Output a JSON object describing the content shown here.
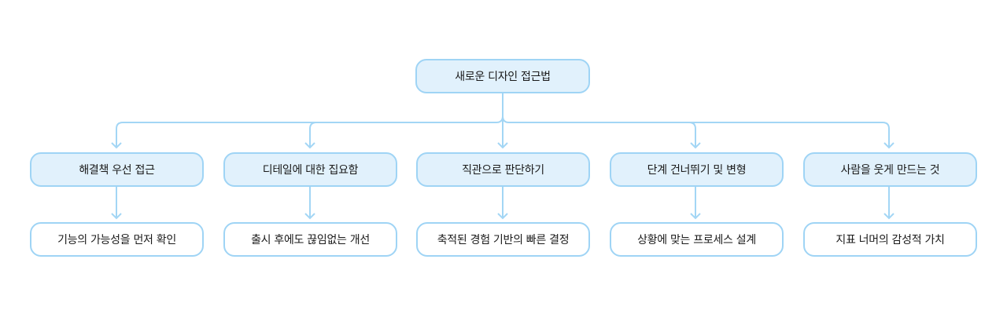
{
  "diagram": {
    "type": "tree",
    "root": {
      "label": "새로운 디자인 접근법"
    },
    "branches": [
      {
        "label": "해결책 우선 접근",
        "child": "기능의 가능성을 먼저 확인"
      },
      {
        "label": "디테일에 대한 집요함",
        "child": "출시 후에도 끊임없는 개선"
      },
      {
        "label": "직관으로 판단하기",
        "child": "축적된 경험 기반의 빠른 결정"
      },
      {
        "label": "단계 건너뛰기 및 변형",
        "child": "상황에 맞는 프로세스 설계"
      },
      {
        "label": "사람을 웃게 만드는 것",
        "child": "지표 너머의 감성적 가치"
      }
    ],
    "colors": {
      "node_fill": "#e1f1fc",
      "node_border": "#9fd4f5",
      "edge": "#a3d6f5"
    }
  }
}
